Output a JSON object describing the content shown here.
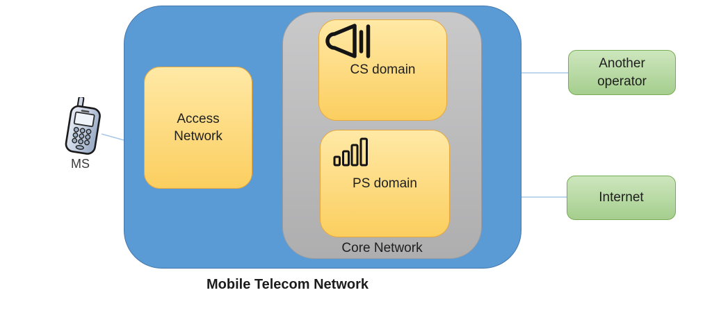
{
  "diagram": {
    "title": "Mobile Telecom Network",
    "nodes": {
      "ms": {
        "label": "MS",
        "icon": "mobile-phone-icon"
      },
      "access_network": {
        "label": "Access\nNetwork"
      },
      "core_network": {
        "label": "Core Network"
      },
      "cs_domain": {
        "label": "CS domain",
        "icon": "speaker-horn-icon"
      },
      "ps_domain": {
        "label": "PS domain",
        "icon": "signal-bars-icon"
      },
      "another_operator": {
        "label": "Another\noperator"
      },
      "internet": {
        "label": "Internet"
      }
    },
    "connections": [
      {
        "from": "ms",
        "to": "mobile_telecom_network"
      },
      {
        "from": "mobile_telecom_network",
        "to": "another_operator"
      },
      {
        "from": "mobile_telecom_network",
        "to": "internet"
      }
    ],
    "colors": {
      "network_fill": "#5B9BD5",
      "network_border": "#4577AC",
      "core_fill_top": "#C9C9CA",
      "core_fill_bottom": "#AEAEAF",
      "domain_fill_top": "#FFE9A6",
      "domain_fill_bottom": "#FBCE5F",
      "domain_border": "#E9A83C",
      "external_fill_top": "#CDE6BD",
      "external_fill_bottom": "#A5CE8E",
      "external_border": "#77AC52",
      "connector": "#A9C7E8"
    }
  }
}
